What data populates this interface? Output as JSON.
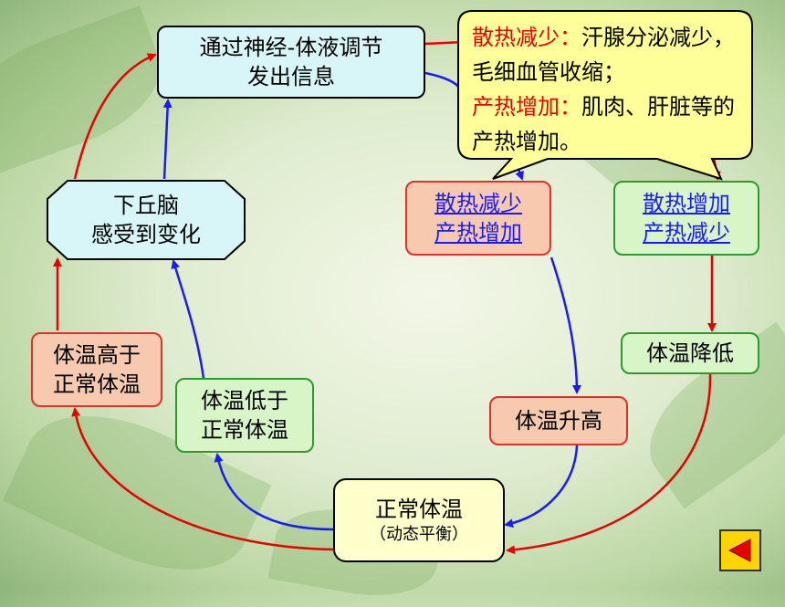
{
  "nodes": {
    "signal": [
      "通过神经-体液调节",
      "发出信息"
    ],
    "hypothalamus": [
      "下丘脑",
      "感受到变化"
    ],
    "temp_high": [
      "体温高于",
      "正常体温"
    ],
    "temp_low": [
      "体温低于",
      "正常体温"
    ],
    "normal": {
      "main": "正常体温",
      "sub": "（动态平衡）"
    },
    "less_heat_loss": [
      "散热减少",
      "产热增加"
    ],
    "more_heat_loss": [
      "散热增加",
      "产热减少"
    ],
    "temp_rise": "体温升高",
    "temp_drop": "体温降低"
  },
  "callout": {
    "head1": "散热减少：",
    "text1": "汗腺分泌减少，毛细血管收缩；",
    "head2": "产热增加：",
    "text2": "肌肉、肝脏等的产热增加。"
  },
  "colors": {
    "red_path": "#e60000",
    "blue_path": "#1a1aff"
  }
}
